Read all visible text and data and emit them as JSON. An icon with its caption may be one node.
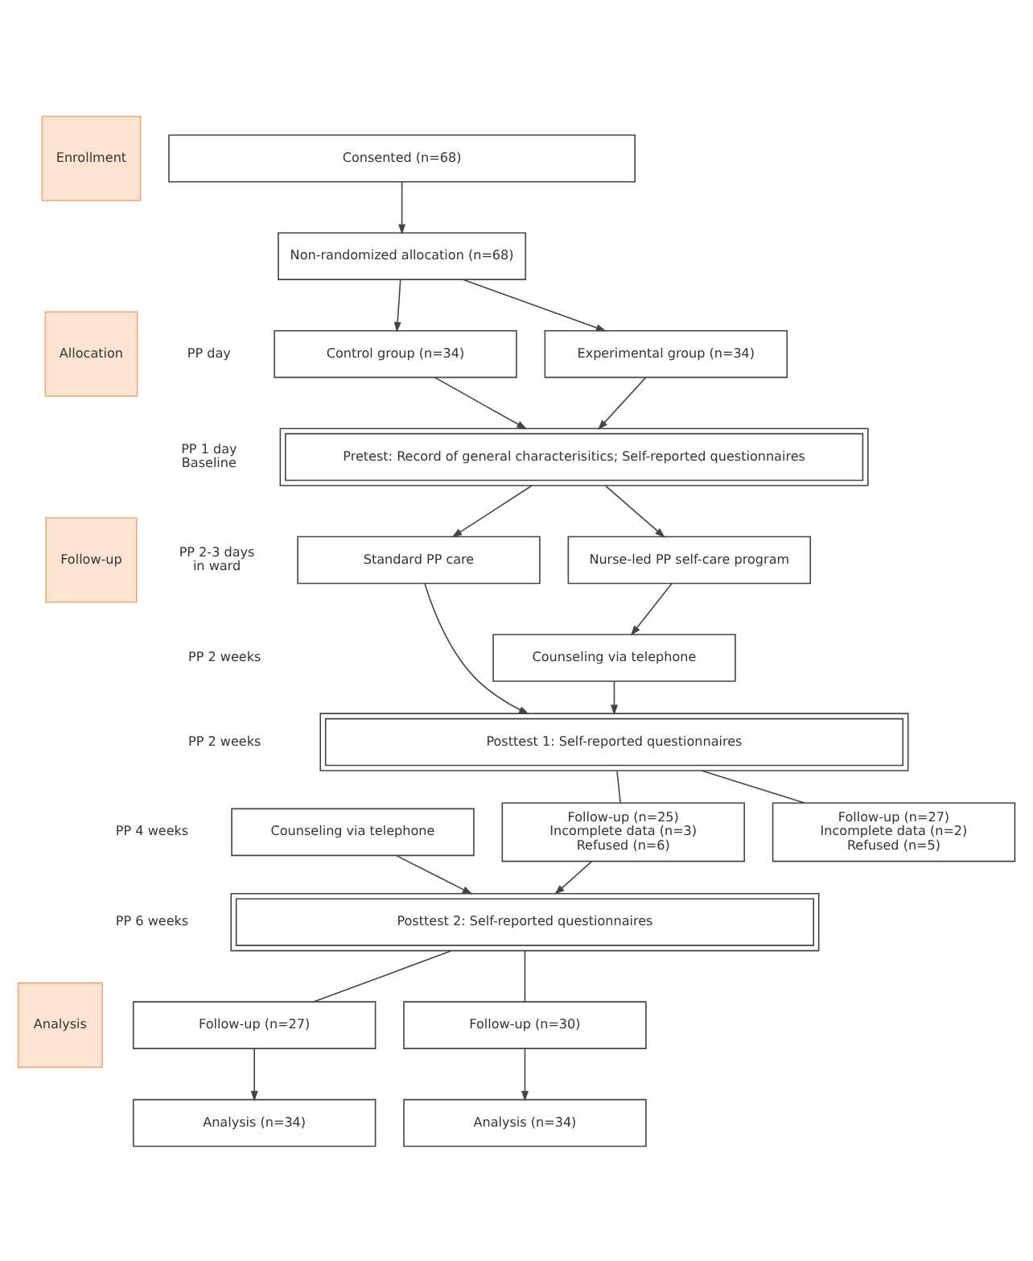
{
  "diagram": {
    "nodes": [
      {
        "text": [
          "Enrollment"
        ]
      },
      {
        "text": [
          "Allocation"
        ]
      },
      {
        "text": [
          "Follow-up"
        ]
      },
      {
        "text": [
          "Analysis"
        ]
      },
      {
        "text": [
          "Consented (n=68)"
        ]
      },
      {
        "text": [
          "Non-randomized allocation (n=68)"
        ]
      },
      {
        "text": [
          "Control group (n=34)"
        ]
      },
      {
        "text": [
          "Experimental group (n=34)"
        ]
      },
      {
        "text": [
          "Pretest: Record of general characterisitics; Self-reported questionnaires"
        ]
      },
      {
        "text": [
          "Standard PP care"
        ]
      },
      {
        "text": [
          "Nurse-led PP self-care program"
        ]
      },
      {
        "text": [
          "Counseling via telephone"
        ]
      },
      {
        "text": [
          "Posttest 1: Self-reported questionnaires"
        ]
      },
      {
        "text": [
          "Follow-up (n=25)",
          "Incomplete data (n=3)",
          "Refused (n=6)"
        ]
      },
      {
        "text": [
          "Follow-up (n=27)",
          "Incomplete data (n=2)",
          "Refused (n=5)"
        ]
      },
      {
        "text": [
          "Counseling via telephone"
        ]
      },
      {
        "text": [
          "Posttest 2: Self-reported questionnaires"
        ]
      },
      {
        "text": [
          "Follow-up (n=27)"
        ]
      },
      {
        "text": [
          "Follow-up (n=30)"
        ]
      },
      {
        "text": [
          "Analysis (n=34)"
        ]
      },
      {
        "text": [
          "Analysis (n=34)"
        ]
      }
    ],
    "edges": [
      {
        "from": 4,
        "to": 5,
        "arrow": "to"
      },
      {
        "from": 5,
        "to": 6,
        "arrow": "to"
      },
      {
        "from": 5,
        "to": 7,
        "arrow": "to"
      },
      {
        "from": 6,
        "to": 8,
        "arrow": "to"
      },
      {
        "from": 7,
        "to": 8,
        "arrow": "to"
      },
      {
        "from": 8,
        "to": 9,
        "arrow": "to"
      },
      {
        "from": 8,
        "to": 10,
        "arrow": "to"
      },
      {
        "from": 10,
        "to": 11,
        "arrow": "to"
      },
      {
        "from": 9,
        "to": 12,
        "arrow": "to"
      },
      {
        "from": 11,
        "to": 12,
        "arrow": "to"
      },
      {
        "from": 12,
        "to": 13,
        "arrow": "none"
      },
      {
        "from": 12,
        "to": 14,
        "arrow": "none"
      },
      {
        "from": 13,
        "to": 16,
        "arrow": "to"
      },
      {
        "from": 15,
        "to": 16,
        "arrow": "to"
      },
      {
        "from": 16,
        "to": 17,
        "arrow": "none"
      },
      {
        "from": 16,
        "to": 18,
        "arrow": "none"
      },
      {
        "from": 17,
        "to": 19,
        "arrow": "to"
      },
      {
        "from": 18,
        "to": 20,
        "arrow": "to"
      }
    ],
    "labels": [
      "PP day",
      "PP 1 day Baseline",
      "PP 2-3 days in ward",
      "PP 2 weeks",
      "PP 2 weeks",
      "PP 4 weeks",
      "PP 6 weeks"
    ]
  }
}
